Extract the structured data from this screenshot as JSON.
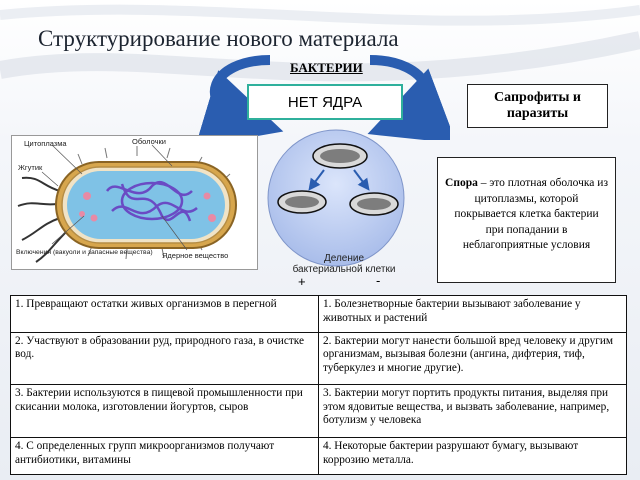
{
  "title": "Структурирование нового материала",
  "bacteria_label": "БАКТЕРИИ",
  "no_nucleus": "НЕТ ЯДРА",
  "saprophytes": "Сапрофиты и паразиты",
  "spore": {
    "term": "Спора",
    "definition": " – это плотная оболочка из цитоплазмы, которой покрывается клетка бактерии при попадании в неблагоприятные условия"
  },
  "bacterium_diagram": {
    "labels": {
      "cytoplasm": "Цитоплазма",
      "membrane": "Оболочки",
      "flagellum": "Жгутик",
      "inclusions": "Включения (вакуоли и запасные вещества)",
      "nuclear_substance": "Ядерное вещество"
    }
  },
  "division": {
    "caption_line1": "Деление",
    "caption_line2": "бактериальной клетки",
    "plus": "+",
    "minus": "-"
  },
  "table": {
    "rows": [
      [
        "1. Превращают остатки живых организмов в перегной",
        "1. Болезнетворные бактерии вызывают заболевание у животных и растений"
      ],
      [
        "2. Участвуют в образовании руд, природного газа, в очистке вод.",
        "2. Бактерии могут нанести большой вред человеку и другим организмам, вызывая болезни (ангина, дифтерия, тиф, туберкулез и многие другие)."
      ],
      [
        "3. Бактерии используются в пищевой промышленности при скисании молока, изготовлении йогуртов, сыров",
        "3. Бактерии могут портить продукты питания, выделяя при этом ядовитые вещества, и вызвать заболевание, например, ботулизм у человека"
      ],
      [
        "4. С определенных групп микроорганизмов получают антибиотики, витамины",
        "4. Некоторые бактерии разрушают бумагу, вызывают коррозию металла."
      ]
    ]
  },
  "colors": {
    "accent_teal": "#2fb09c",
    "arrow_blue": "#2a5db0",
    "circle_fill": "#bccdf2"
  }
}
